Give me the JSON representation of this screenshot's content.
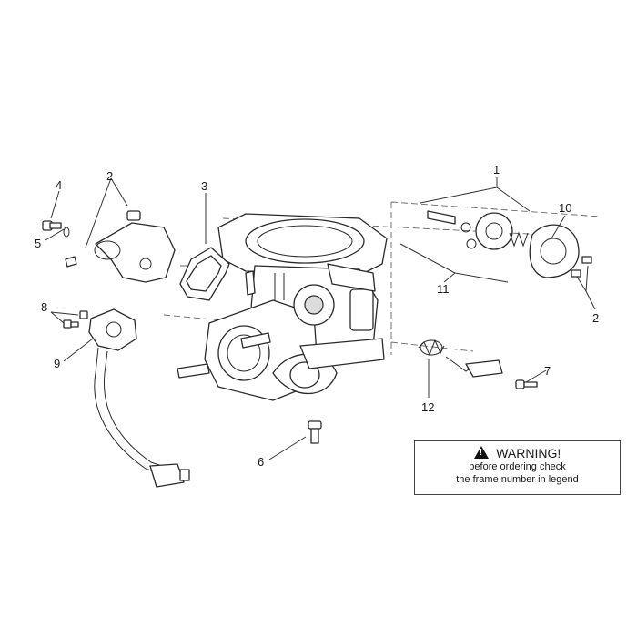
{
  "callouts": {
    "c1": "1",
    "c2a": "2",
    "c2b": "2",
    "c3": "3",
    "c4": "4",
    "c5": "5",
    "c6": "6",
    "c7": "7",
    "c8": "8",
    "c9": "9",
    "c10": "10",
    "c11": "11",
    "c12": "12"
  },
  "warning": {
    "title": "WARNING!",
    "symbol": "!",
    "line1": "before ordering check",
    "line2": "the frame number in legend"
  }
}
